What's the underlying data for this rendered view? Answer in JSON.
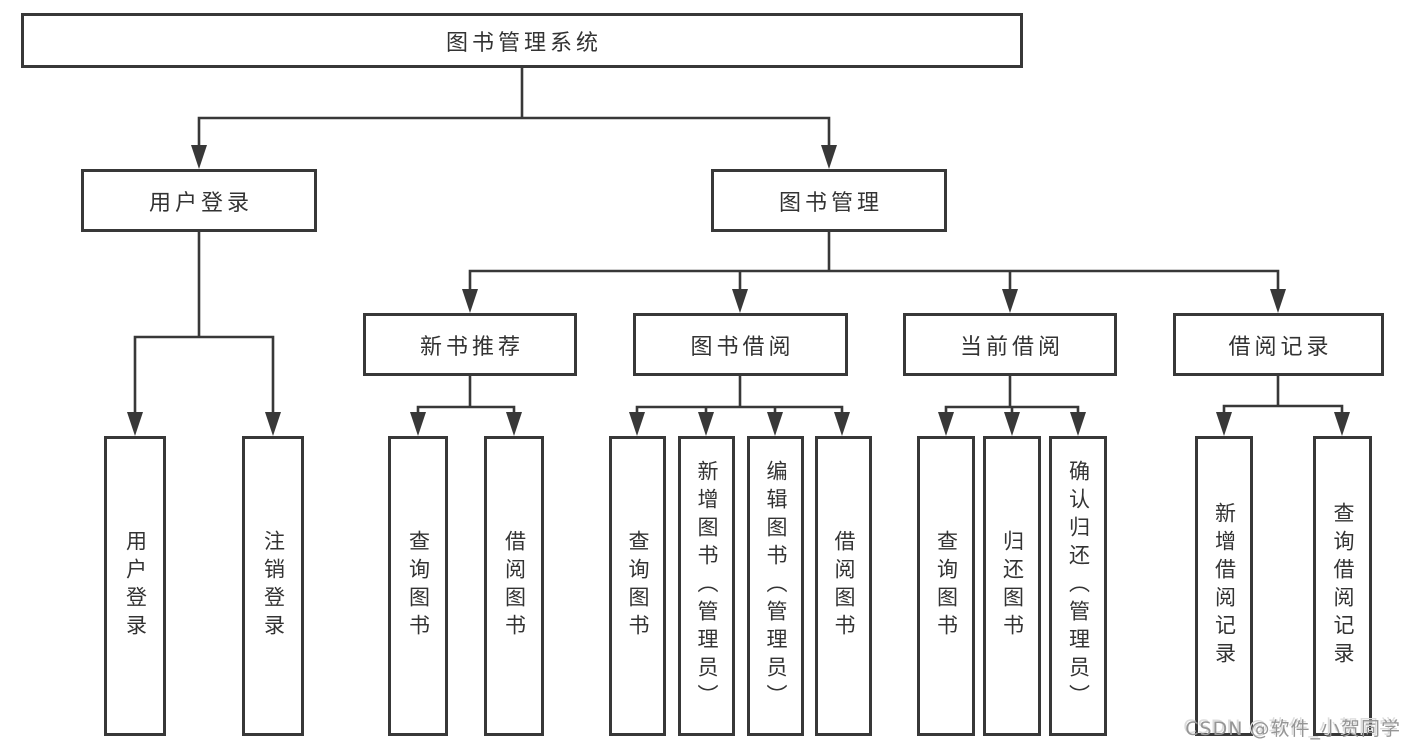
{
  "tree": {
    "label": "图书管理系统",
    "children": [
      {
        "label": "用户登录",
        "children": [
          {
            "label": "用户登录"
          },
          {
            "label": "注销登录"
          }
        ]
      },
      {
        "label": "图书管理",
        "children": [
          {
            "label": "新书推荐",
            "children": [
              {
                "label": "查询图书"
              },
              {
                "label": "借阅图书"
              }
            ]
          },
          {
            "label": "图书借阅",
            "children": [
              {
                "label": "查询图书"
              },
              {
                "label": "新增图书（管理员）"
              },
              {
                "label": "编辑图书（管理员）"
              },
              {
                "label": "借阅图书"
              }
            ]
          },
          {
            "label": "当前借阅",
            "children": [
              {
                "label": "查询图书"
              },
              {
                "label": "归还图书"
              },
              {
                "label": "确认归还（管理员）"
              }
            ]
          },
          {
            "label": "借阅记录",
            "children": [
              {
                "label": "新增借阅记录"
              },
              {
                "label": "查询借阅记录"
              }
            ]
          }
        ]
      }
    ]
  },
  "watermark": {
    "text": "CSDN @软件_小贺同学"
  },
  "colors": {
    "line": "#383838",
    "box_border": "#383838",
    "text": "#333333",
    "watermark": "#969696",
    "background": "#ffffff"
  }
}
